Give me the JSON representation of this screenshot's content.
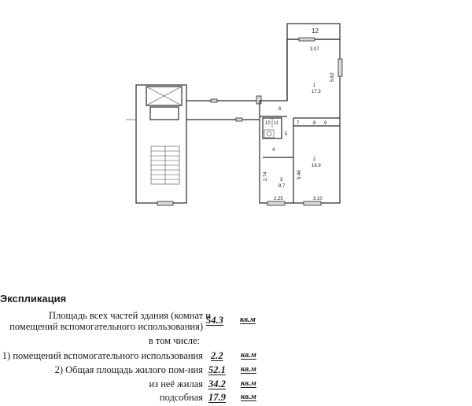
{
  "plan": {
    "labels": {
      "balcony_num": "12",
      "balcony_width": "3.07",
      "room1_num": "1",
      "room1_area": "17.3",
      "room1_len": "5.62",
      "corridor_num": "6",
      "bath_num": "10",
      "wc_num": "11",
      "kitchen_small": "5",
      "closet7": "7",
      "closet8": "8",
      "closet9": "9",
      "room2_num": "2",
      "room2_area": "16.9",
      "room2_len": "5.46",
      "hall_num": "4",
      "room3_num": "3",
      "room3_area": "8.7",
      "room3_len": "2.74",
      "room3_width": "2.25",
      "room2_width": "3.10"
    }
  },
  "explication": {
    "title": "Экспликация",
    "line1a": "Площадь всех частей здания (комнат и",
    "line1b": "помещений вспомогательного использования)",
    "total_area": "54.3",
    "unit": "кв.м",
    "in_that": "в том числе:",
    "aux_label": "1) помещений вспомогательного использования",
    "aux_area": "2.2",
    "living_total_label": "2) Общая площадь жилого пом-ния",
    "living_total": "52.1",
    "living_label": "из неё жилая",
    "living_area": "34.2",
    "utility_label": "подсобная",
    "utility_area": "17.9"
  }
}
